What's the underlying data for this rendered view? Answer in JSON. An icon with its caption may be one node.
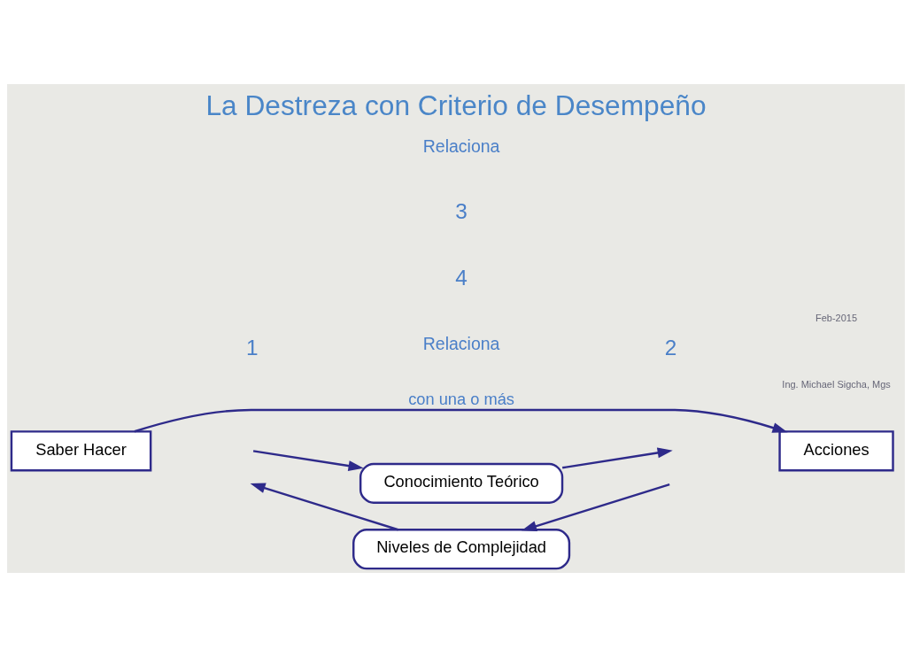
{
  "diagram": {
    "title": "La Destreza con Criterio de Desempeño",
    "nodes": [
      {
        "text": [
          "Conocimiento Teórico"
        ]
      },
      {
        "text": [
          "Saber Hacer"
        ]
      },
      {
        "text": [
          "Acciones"
        ]
      },
      {
        "text": [
          "Niveles de Complejidad"
        ]
      }
    ],
    "edges": [
      {
        "from": 1,
        "to": 2,
        "arrow": "to",
        "label": "con una o más"
      },
      {
        "from": null,
        "to": 0,
        "arrow": "to"
      },
      {
        "from": 0,
        "to": null,
        "arrow": "to"
      },
      {
        "from": null,
        "to": 3,
        "arrow": "to"
      },
      {
        "from": 3,
        "to": null,
        "arrow": "to"
      }
    ],
    "labels": [
      "Relaciona",
      "4",
      "1",
      "2",
      "3",
      "Relaciona",
      "Ing. Michael Sigcha, Mgs",
      "Feb-2015"
    ]
  }
}
